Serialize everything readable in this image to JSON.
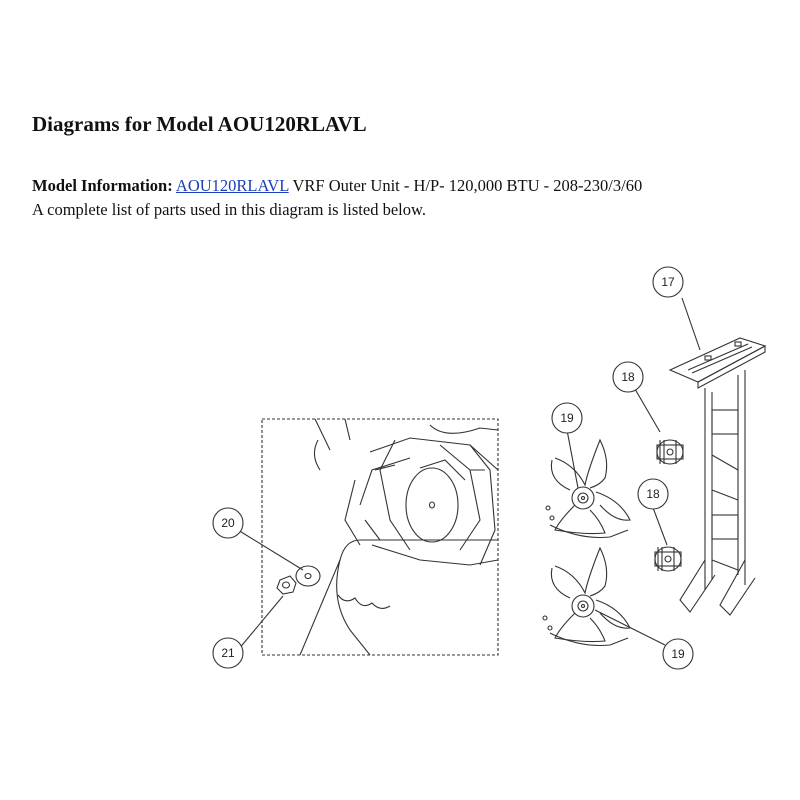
{
  "page": {
    "title": "Diagrams for Model AOU120RLAVL",
    "info_label": "Model Information:",
    "model_link": "AOU120RLAVL",
    "model_description": "VRF Outer Unit - H/P- 120,000 BTU - 208-230/3/60",
    "parts_note": "A complete list of parts used in this diagram is listed below."
  },
  "diagram": {
    "callouts": [
      "17",
      "18",
      "18",
      "19",
      "19",
      "20",
      "21"
    ]
  }
}
